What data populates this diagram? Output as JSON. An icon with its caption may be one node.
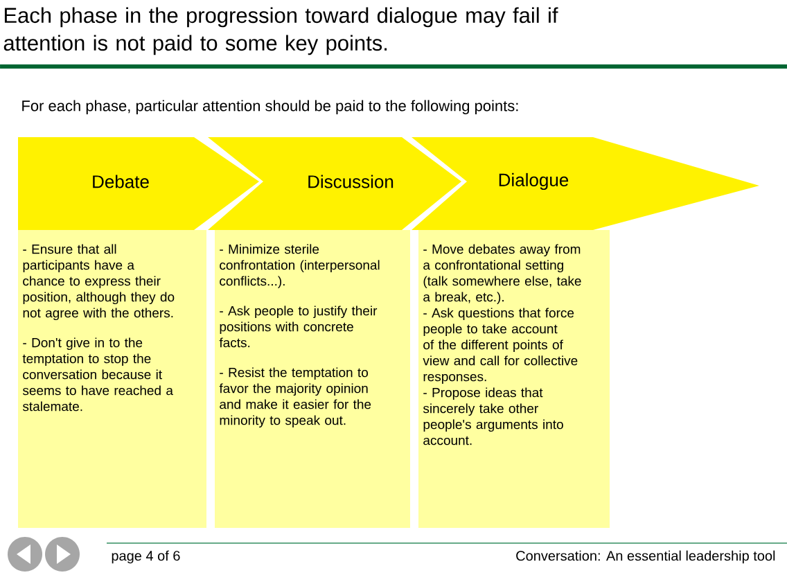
{
  "diagram": {
    "title": "Each phase in the progression toward dialogue may fail if attention is not paid to some key points.",
    "nodes": [
      {
        "text": [
          "Debate"
        ]
      },
      {
        "text": [
          "Discussion"
        ]
      },
      {
        "text": [
          "Dialogue"
        ]
      },
      {
        "text": [
          "- Ensure that all participants have a chance to express their position, although they do not agree with the others.",
          "- Don't give in to the temptation to stop the conversation because it seems to have reached a stalemate."
        ]
      },
      {
        "text": [
          "- Minimize sterile confrontation (interpersonal conflicts...).",
          "- Ask people to justify their positions with concrete facts.",
          "- Resist the temptation to favor the majority opinion and make it easier for the minority to speak out."
        ]
      },
      {
        "text": [
          "- Move debates away from a confrontational setting (talk somewhere else, take a break, etc.).",
          "- Ask questions that force people to take account of the different points of view and call for collective responses.",
          "- Propose ideas that sincerely take other people's arguments into account."
        ]
      }
    ],
    "labels": [
      "For each phase, particular attention should be paid to the following points:",
      "page 4 of 6",
      "Conversation: An essential leadership tool"
    ]
  }
}
